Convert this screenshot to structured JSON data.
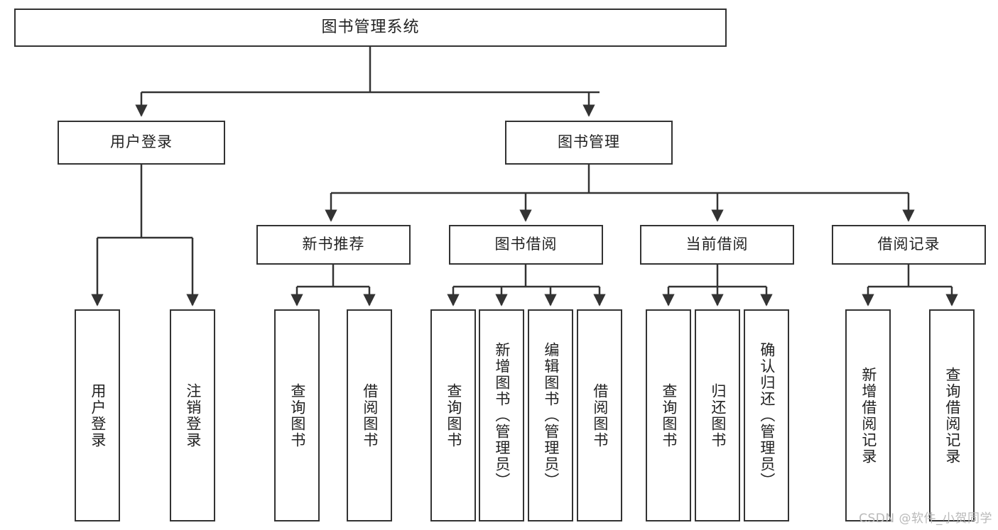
{
  "diagram": {
    "title": "图书管理系统",
    "watermark": "CSDN @软件_小贺同学",
    "colors": {
      "stroke": "#333333",
      "box_fill": "#ffffff",
      "text": "#222222",
      "watermark": "#b9b9b9",
      "background": "#ffffff"
    },
    "levels": {
      "root": {
        "label": "图书管理系统"
      },
      "level2": [
        {
          "label": "用户登录"
        },
        {
          "label": "图书管理"
        }
      ],
      "level3": [
        {
          "label": "新书推荐"
        },
        {
          "label": "图书借阅"
        },
        {
          "label": "当前借阅"
        },
        {
          "label": "借阅记录"
        }
      ],
      "leaves": [
        {
          "label": "用户登录"
        },
        {
          "label": "注销登录"
        },
        {
          "label": "查询图书"
        },
        {
          "label": "借阅图书"
        },
        {
          "label": "查询图书"
        },
        {
          "label": "新增图书（管理员）"
        },
        {
          "label": "编辑图书（管理员）"
        },
        {
          "label": "借阅图书"
        },
        {
          "label": "查询图书"
        },
        {
          "label": "归还图书"
        },
        {
          "label": "确认归还（管理员）"
        },
        {
          "label": "新增借阅记录"
        },
        {
          "label": "查询借阅记录"
        }
      ]
    }
  }
}
